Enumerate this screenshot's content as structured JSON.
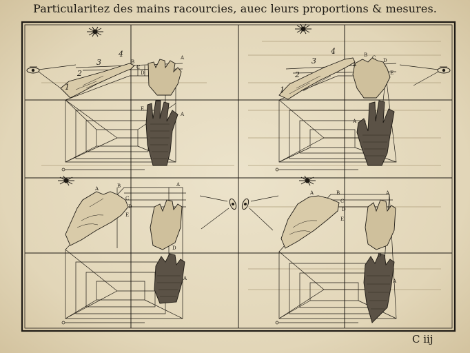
{
  "header": {
    "title": "Particularitez des mains racourcies, auec leurs proportions & mesures."
  },
  "footer": {
    "signature": "C iij"
  },
  "figures": {
    "top_left": {
      "numerals": [
        "1",
        "2",
        "3",
        "4"
      ],
      "letters": [
        "A",
        "B",
        "C",
        "D",
        "E"
      ]
    },
    "top_right": {
      "numerals": [
        "1",
        "2",
        "3",
        "4"
      ],
      "letters": [
        "A",
        "B",
        "C",
        "D",
        "E"
      ]
    },
    "bottom_left": {
      "letters": [
        "A",
        "B",
        "C",
        "D",
        "E"
      ]
    },
    "bottom_right": {
      "letters": [
        "A",
        "B",
        "C",
        "D",
        "E"
      ]
    }
  },
  "colors": {
    "ink": "#1e1a14",
    "paper": "#e6dcc3",
    "show_through": "#b8a988"
  },
  "icons": [
    "sun-icon",
    "eye-icon",
    "hand-icon"
  ]
}
